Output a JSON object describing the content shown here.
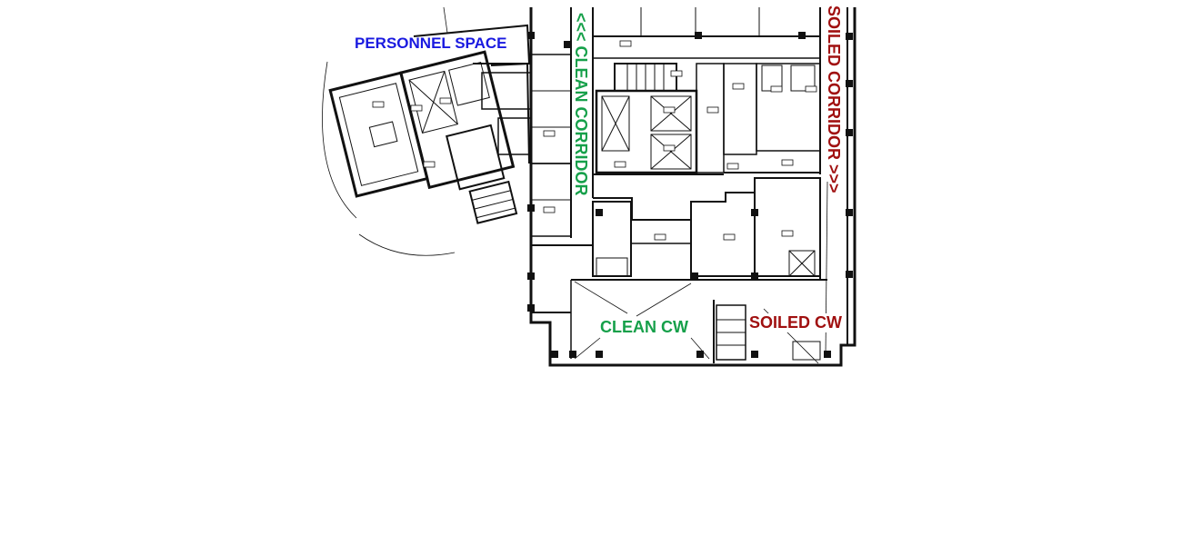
{
  "labels": {
    "personnel_space": "PERSONNEL SPACE",
    "clean_corridor": "<<< CLEAN CORRIDOR",
    "soiled_corridor": "SOILED CORRIDOR >>>",
    "clean_cw": "CLEAN CW",
    "soiled_cw": "SOILED CW"
  },
  "colors": {
    "personnel": "#1a1ae0",
    "clean": "#16a04a",
    "soiled": "#a01010",
    "line": "#111111",
    "background": "#ffffff"
  }
}
